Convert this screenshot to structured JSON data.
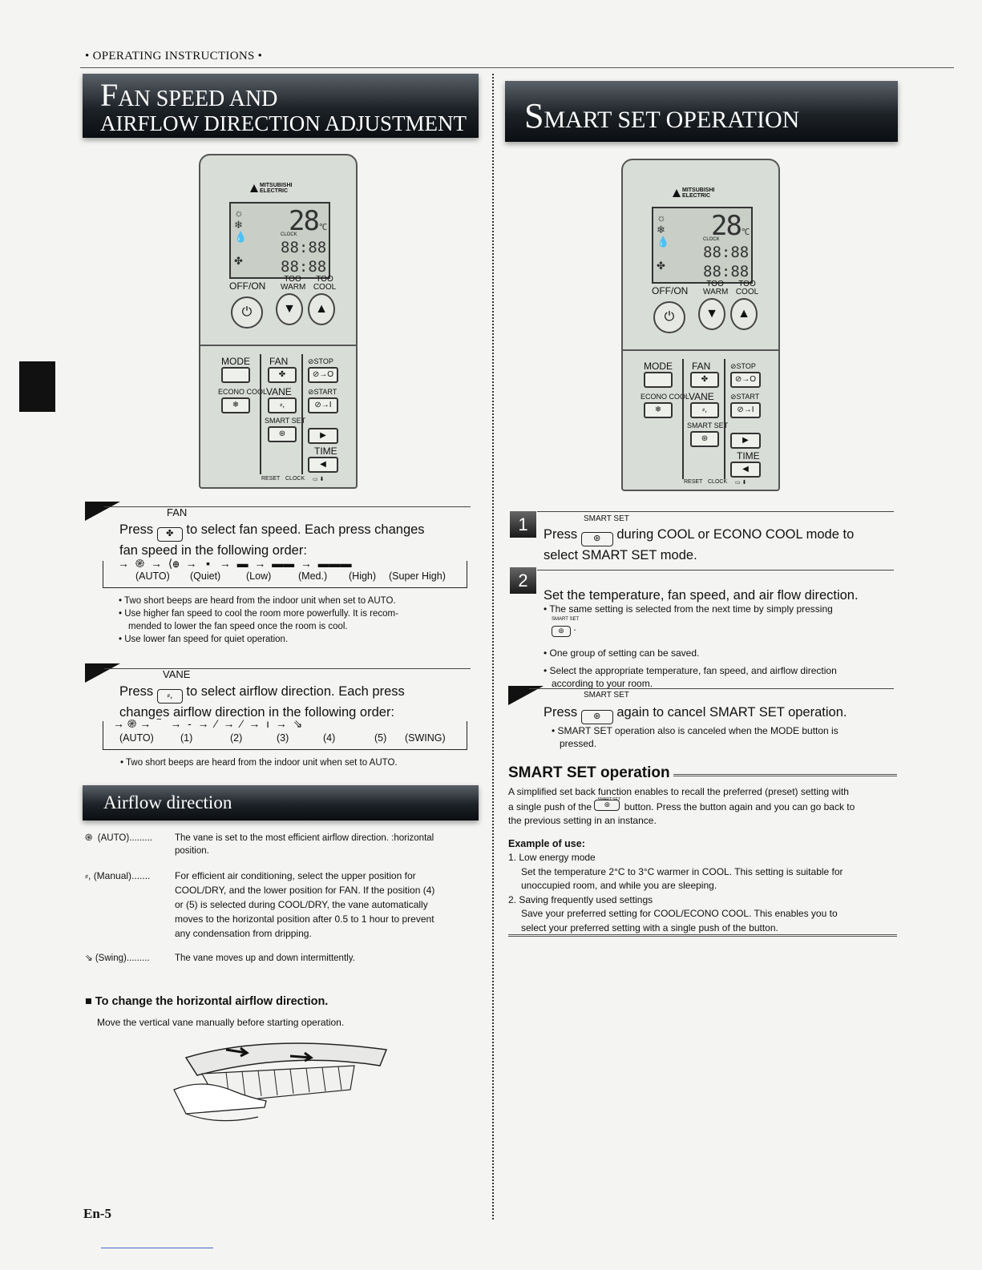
{
  "header": {
    "text": "• OPERATING INSTRUCTIONS •"
  },
  "left": {
    "banner_l1_first": "F",
    "banner_l1_rest": "AN SPEED AND",
    "banner_l2": "AIRFLOW DIRECTION ADJUSTMENT",
    "fan": {
      "caption": "FAN",
      "press": "Press",
      "btn_icon": "✤",
      "text_a": "to select fan speed. Each press changes",
      "text_b": "fan speed in the following order:",
      "seq_icons": "→  ֎  →  ⟨ꚛ  →   ▪   →  ▬  →  ▬▬  →  ▬▬▬",
      "seq_labels": [
        "(AUTO)",
        "(Quiet)",
        "(Low)",
        "(Med.)",
        "(High)",
        "(Super High)"
      ],
      "notes": [
        "• Two short beeps are heard from the indoor unit when set to AUTO.",
        "• Use higher fan speed to cool the room more powerfully. It is recom-",
        "mended to lower the fan speed once the room is cool.",
        "• Use lower fan speed for quiet operation."
      ]
    },
    "vane": {
      "caption": "VANE",
      "press": "Press",
      "btn_icon": "⸗,",
      "text_a": "to select airflow direction. Each press",
      "text_b": "changes airflow direction in the following order:",
      "seq_icons": "→ ֎ →  ‾   →  ‐  →  ⁄  →  ⁄  →  ı  →  ⇘",
      "seq_labels": [
        "(AUTO)",
        "(1)",
        "(2)",
        "(3)",
        "(4)",
        "(5)",
        "(SWING)"
      ],
      "notes": [
        "• Two short beeps are heard from the indoor unit when set to AUTO."
      ]
    },
    "airflow_banner": "Airflow direction",
    "airflow": [
      {
        "icon": "֎",
        "label": "(AUTO)",
        "dots": ".........",
        "lines": [
          "The vane is set to the most efficient airflow direction. :horizontal",
          "position."
        ]
      },
      {
        "icon": "⸗,",
        "label": "(Manual)",
        "dots": ".......",
        "lines": [
          "For efficient air conditioning, select the upper position for",
          "COOL/DRY, and the lower position for FAN. If the position (4)",
          "or (5) is selected during COOL/DRY, the vane automatically",
          "moves to the horizontal position after 0.5 to 1 hour to prevent",
          "any condensation from dripping."
        ]
      },
      {
        "icon": "⇘",
        "label": "(Swing)",
        "dots": ".........",
        "lines": [
          "The vane moves up and down intermittently."
        ]
      }
    ],
    "horizontal": {
      "title": "■ To change the horizontal airflow direction.",
      "text": "Move the vertical vane manually before starting operation."
    }
  },
  "right": {
    "banner_first": "S",
    "banner_rest": "MART SET OPERATION",
    "step1": {
      "num": "1",
      "caption": "SMART SET",
      "press": "Press",
      "btn_icon": "⊛",
      "text_a": "during COOL or ECONO COOL mode to",
      "text_b": "select SMART SET mode."
    },
    "step2": {
      "num": "2",
      "title": "Set the temperature, fan speed, and air flow direction.",
      "note1a": "• The same setting is selected from the next time by simply pressing",
      "note1_caption": "SMART SET",
      "note2": "• One group of setting can be saved.",
      "note3a": "• Select the appropriate temperature, fan speed, and airflow direction",
      "note3b": "according to your room."
    },
    "step3": {
      "caption": "SMART SET",
      "press": "Press",
      "btn_icon": "⊛",
      "text_a": "again to cancel SMART SET operation.",
      "note_a": "• SMART SET operation also is canceled when the MODE button is",
      "note_b": "pressed."
    },
    "section_title": "SMART SET operation",
    "section_p1": "A simplified set back function enables to recall the preferred (preset) setting with",
    "section_p2a": "a single push of the",
    "section_p2_caption": "SMART SET",
    "section_p2b": "button. Press the button again and you can go back to",
    "section_p3": "the previous setting in an instance.",
    "example_title": "Example of use:",
    "examples": [
      "1. Low energy mode",
      "Set the temperature 2°C to 3°C warmer in COOL. This setting is suitable for",
      "unoccupied room, and while you are sleeping.",
      "2. Saving frequently used settings",
      "Save your preferred setting for COOL/ECONO COOL. This enables you to",
      "select your preferred setting with a single push of the button."
    ]
  },
  "remote": {
    "brand_1": "MITSUBISHI",
    "brand_2": "ELECTRIC",
    "temp": "28",
    "unit": "°C",
    "clock_label": "CLOCK",
    "clock1": "88:88",
    "clock2": "88:88",
    "offon": "OFF/ON",
    "too_warm": "TOO WARM",
    "too_cool": "TOO COOL",
    "mode": "MODE",
    "fan": "FAN",
    "stop": "⊘STOP",
    "econo": "ECONO COOL",
    "vane": "VANE",
    "start": "⊘START",
    "smart_set": "SMART SET",
    "time": "TIME",
    "reset": "RESET",
    "clock_btn": "CLOCK"
  },
  "footer": {
    "page": "En-5"
  }
}
